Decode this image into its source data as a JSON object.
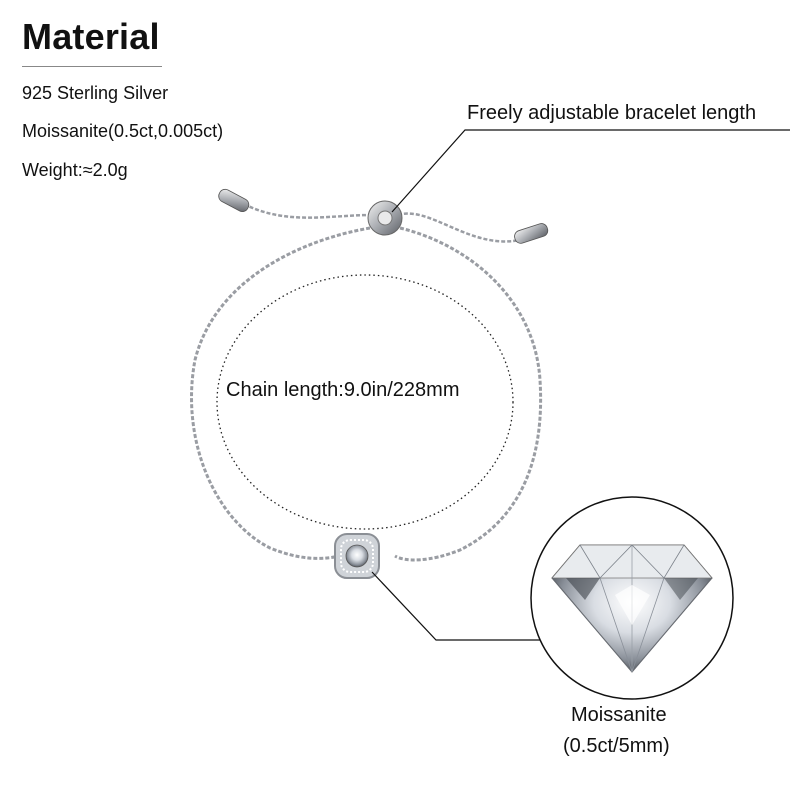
{
  "header": {
    "title": "Material"
  },
  "specs": {
    "material": "925 Sterling Silver",
    "stone": "Moissanite(0.5ct,0.005ct)",
    "weight": "Weight:≈2.0g"
  },
  "callouts": {
    "adjustable": "Freely adjustable bracelet length",
    "chain_length": "Chain length:9.0in/228mm"
  },
  "stone_detail": {
    "name": "Moissanite",
    "size": "(0.5ct/5mm)"
  }
}
